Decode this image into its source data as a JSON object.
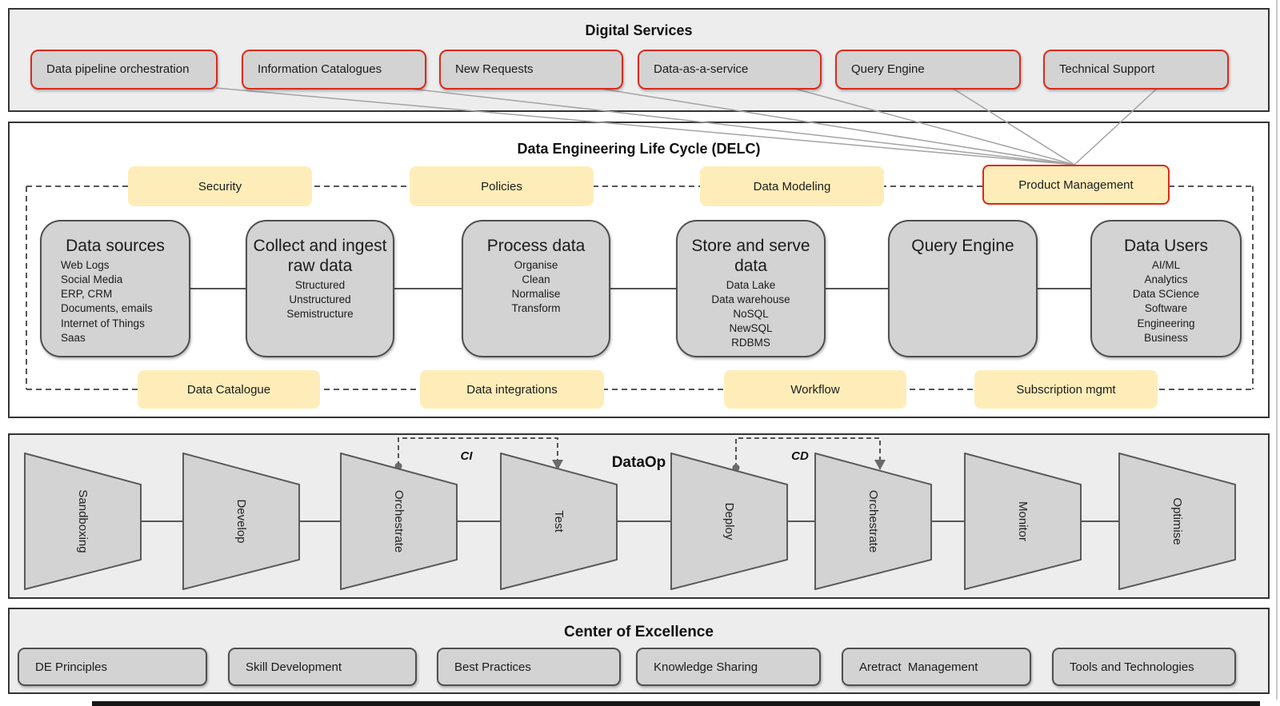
{
  "digital_services": {
    "title": "Digital Services",
    "items": [
      "Data pipeline orchestration",
      "Information Catalogues",
      "New Requests",
      "Data-as-a-service",
      "Query Engine",
      "Technical Support"
    ]
  },
  "delc": {
    "title": "Data Engineering Life Cycle (DELC)",
    "capabilities_top": [
      "Security",
      "Policies",
      "Data Modeling",
      "Product Management"
    ],
    "capabilities_bottom": [
      "Data Catalogue",
      "Data integrations",
      "Workflow",
      "Subscription mgmt"
    ],
    "stages": [
      {
        "title": "Data sources",
        "items": [
          "Web Logs",
          "Social Media",
          "ERP, CRM",
          "Documents, emails",
          "Internet of Things",
          "Saas"
        ]
      },
      {
        "title": "Collect and ingest raw data",
        "items": [
          "Structured",
          "Unstructured",
          "Semistructure"
        ]
      },
      {
        "title": "Process data",
        "items": [
          "Organise",
          "Clean",
          "Normalise",
          "Transform"
        ]
      },
      {
        "title": "Store and serve data",
        "items": [
          "Data Lake",
          "Data warehouse",
          "NoSQL",
          "NewSQL",
          "RDBMS"
        ]
      },
      {
        "title": "Query Engine",
        "items": []
      },
      {
        "title": "Data Users",
        "items": [
          "AI/ML",
          "Analytics",
          "Data SCience",
          "Software",
          "Engineering",
          "Business"
        ]
      }
    ]
  },
  "dataop": {
    "title": "DataOp",
    "stages": [
      "Sandboxing",
      "Develop",
      "Orchestrate",
      "Test",
      "Deploy",
      "Orchestrate",
      "Monitor",
      "Optimise"
    ],
    "ci_label": "CI",
    "cd_label": "CD"
  },
  "coe": {
    "title": "Center of Excellence",
    "items": [
      "DE Principles",
      "Skill Development",
      "Best Practices",
      "Knowledge Sharing",
      "Aretract  Management",
      "Tools and Technologies"
    ]
  },
  "colors": {
    "accent_red": "#db2b1c",
    "capability_yellow": "#ffedb9",
    "shape_gray": "#d3d3d3",
    "panel_gray": "#ededed"
  }
}
